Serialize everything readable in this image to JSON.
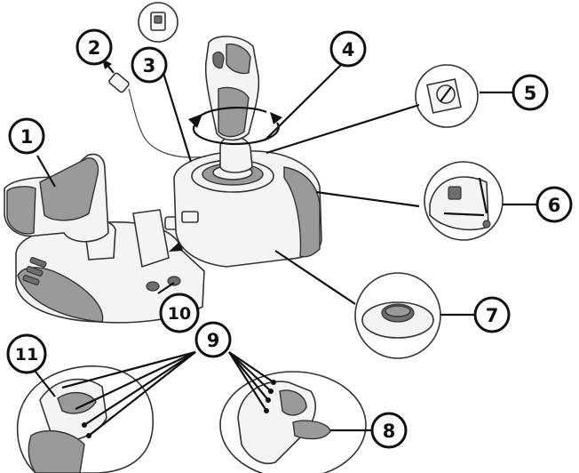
{
  "callouts": {
    "c1": "1",
    "c2": "2",
    "c3": "3",
    "c4": "4",
    "c5": "5",
    "c6": "6",
    "c7": "7",
    "c8": "8",
    "c9": "9",
    "c10": "10",
    "c11": "11"
  },
  "icons": {
    "usb": "usb-connector-icon",
    "port": "port-icon",
    "rotation": "rotation-arrow-icon"
  },
  "colors": {
    "line": "#111111",
    "grey": "#9a9a9a",
    "body": "#f4f4f4"
  }
}
